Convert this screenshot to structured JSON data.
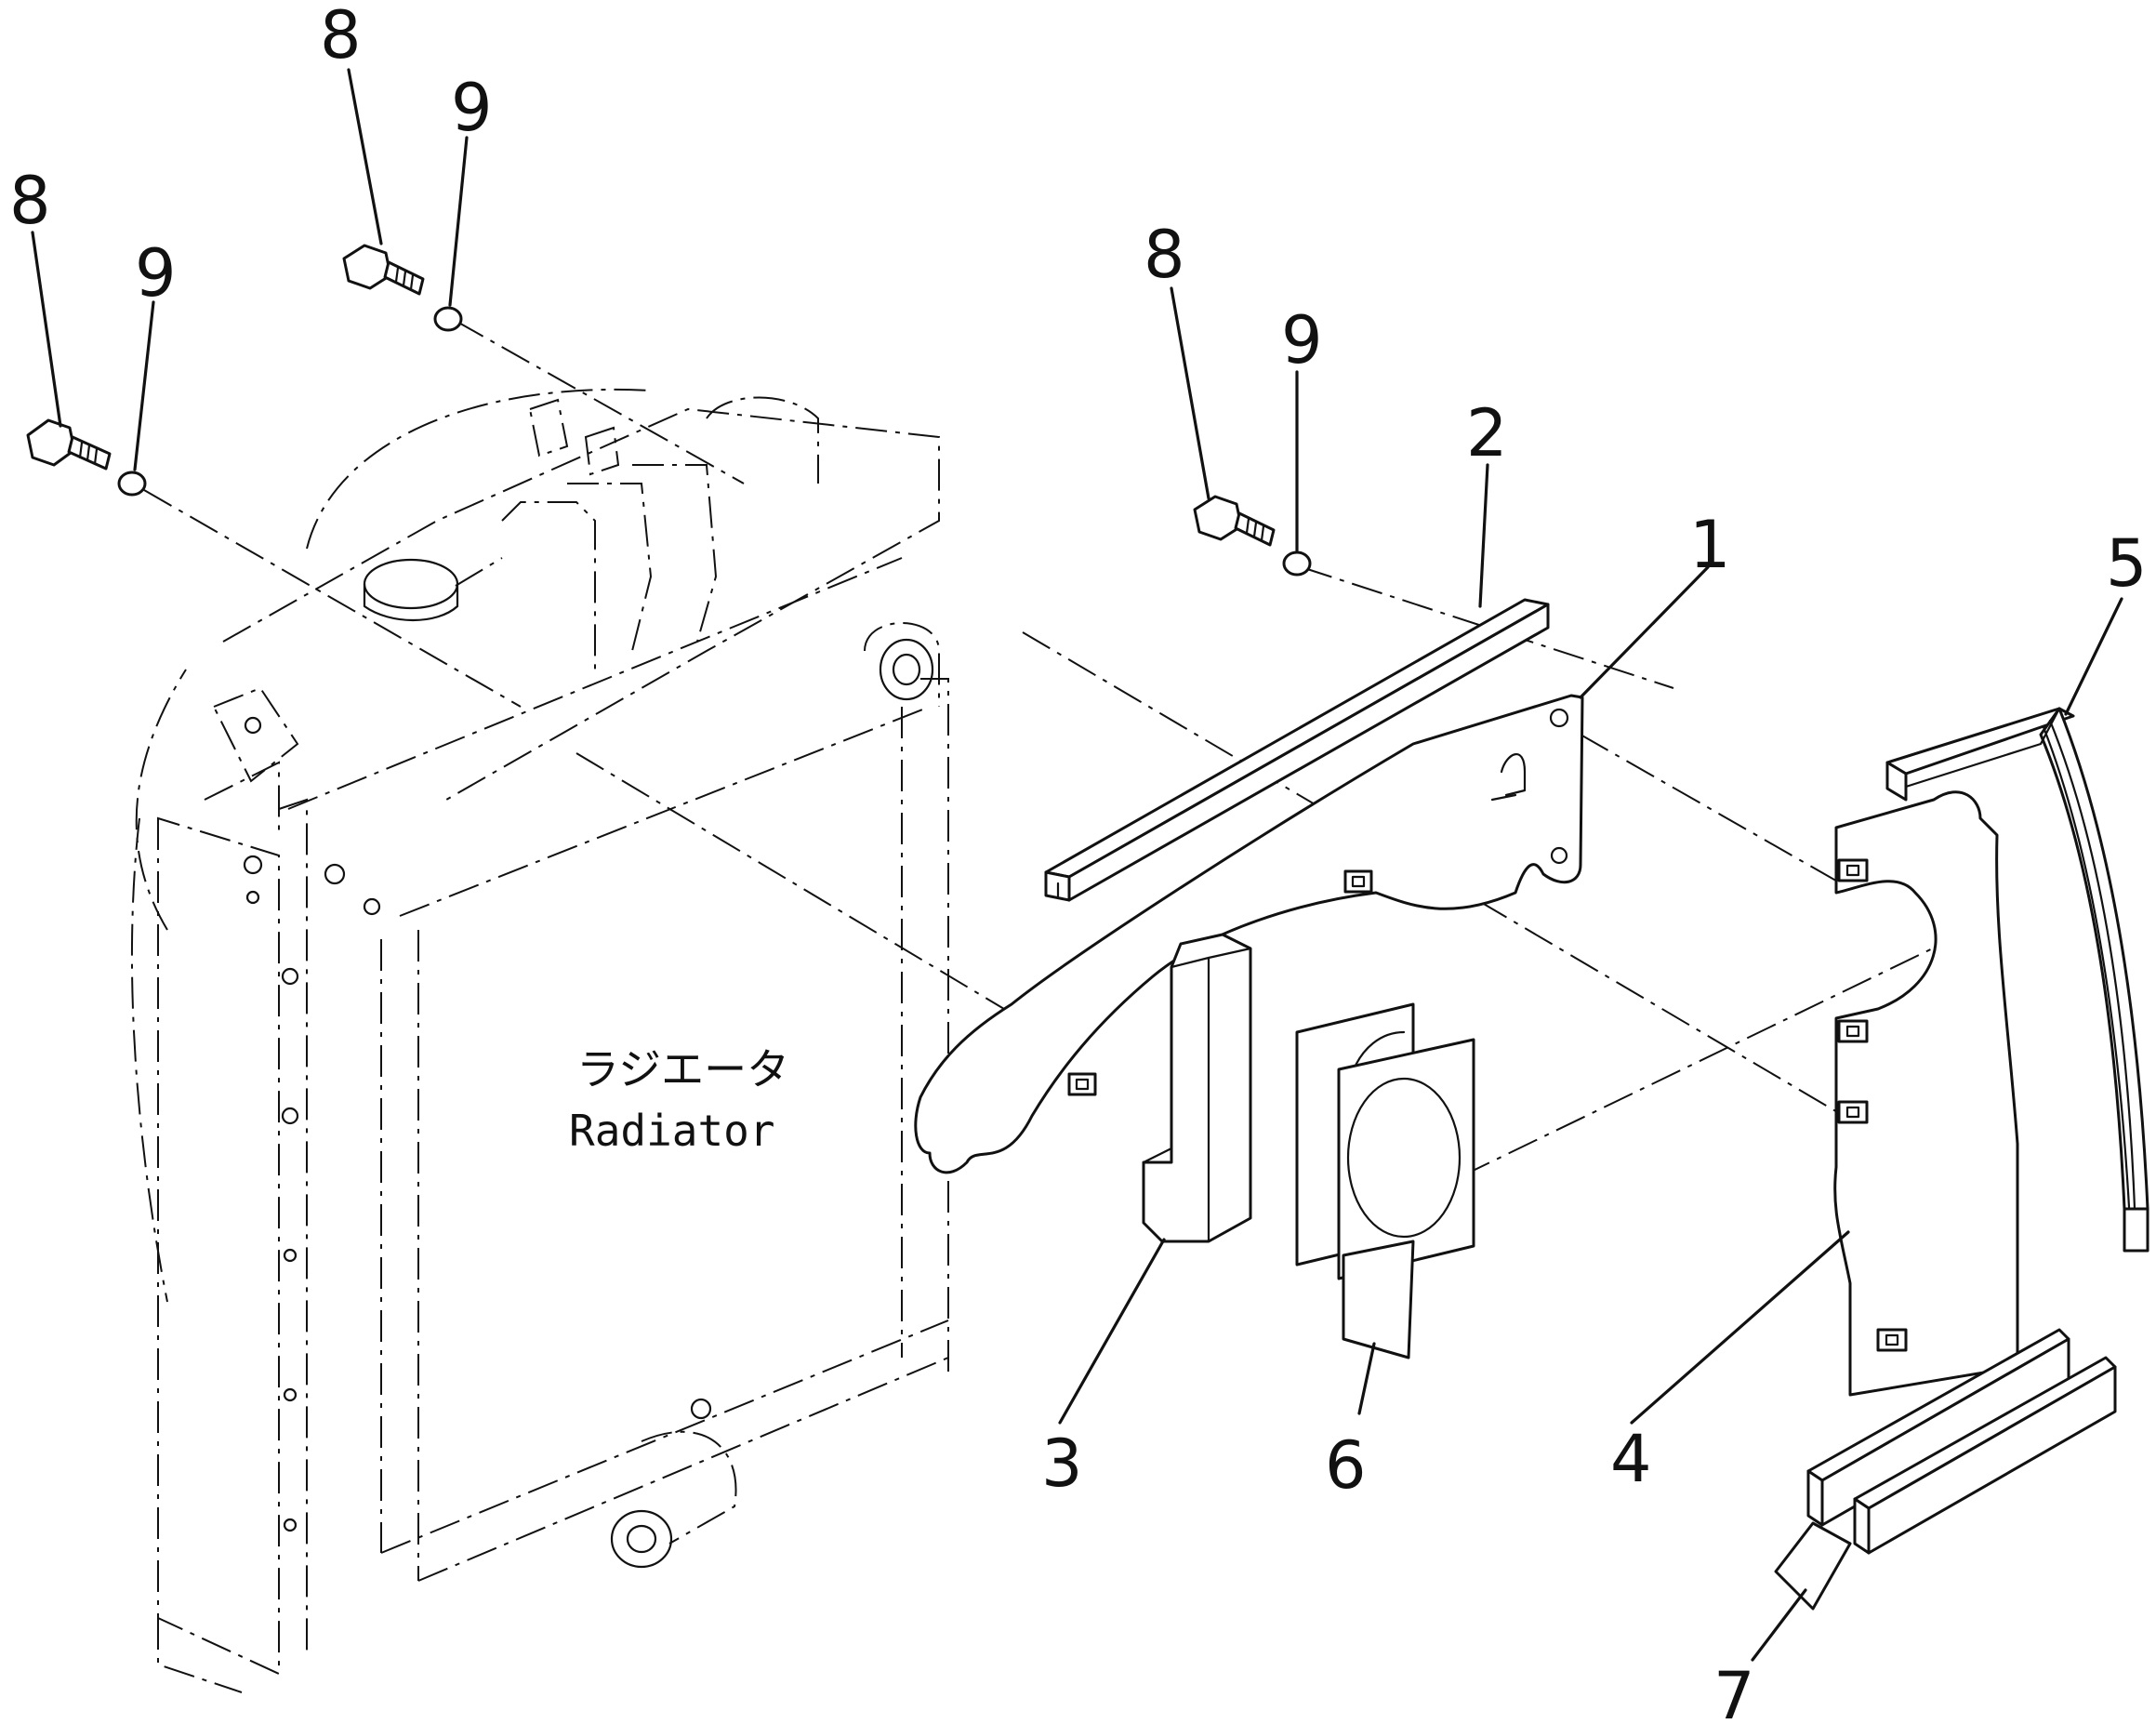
{
  "diagram": {
    "radiator_label_jp": "ラジエータ",
    "radiator_label_en": "Radiator",
    "callouts": {
      "c1": "1",
      "c2": "2",
      "c3": "3",
      "c4": "4",
      "c5": "5",
      "c6": "6",
      "c7": "7",
      "c8a": "8",
      "c8b": "8",
      "c8c": "8",
      "c9a": "9",
      "c9b": "9",
      "c9c": "9"
    }
  }
}
